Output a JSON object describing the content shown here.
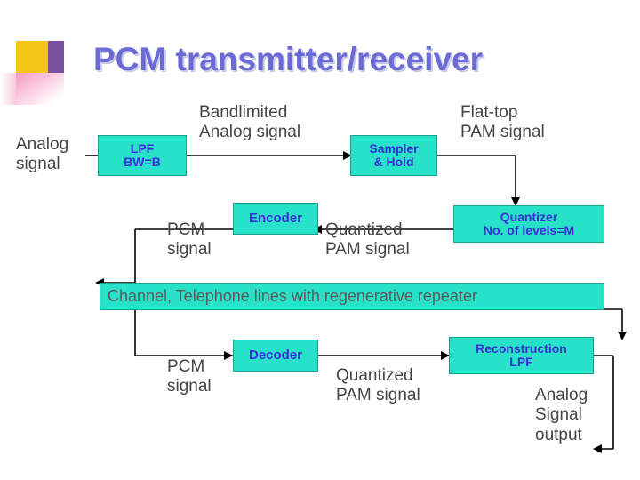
{
  "title": "PCM transmitter/receiver",
  "colors": {
    "box_fill": "#27e2c8",
    "box_text": "#3a2fd6",
    "title": "#6b6bd6",
    "plain_text": "#444444",
    "channel_text": "#5a5a5a"
  },
  "labels": {
    "analog_signal_in": "Analog\nsignal",
    "lpf": "LPF\nBW=B",
    "bandlimited": "Bandlimited\nAnalog signal",
    "sampler_hold": "Sampler\n& Hold",
    "flat_top": "Flat-top\nPAM signal",
    "quantizer": "Quantizer\nNo. of levels=M",
    "quantized_pam_tx": "Quantized\nPAM signal",
    "encoder": "Encoder",
    "pcm_signal_tx": "PCM\nsignal",
    "channel": "Channel, Telephone lines with regenerative repeater",
    "pcm_signal_rx": "PCM\nsignal",
    "decoder": "Decoder",
    "quantized_pam_rx": "Quantized\nPAM signal",
    "reconstruction_lpf": "Reconstruction\nLPF",
    "analog_out": "Analog\nSignal\noutput"
  }
}
